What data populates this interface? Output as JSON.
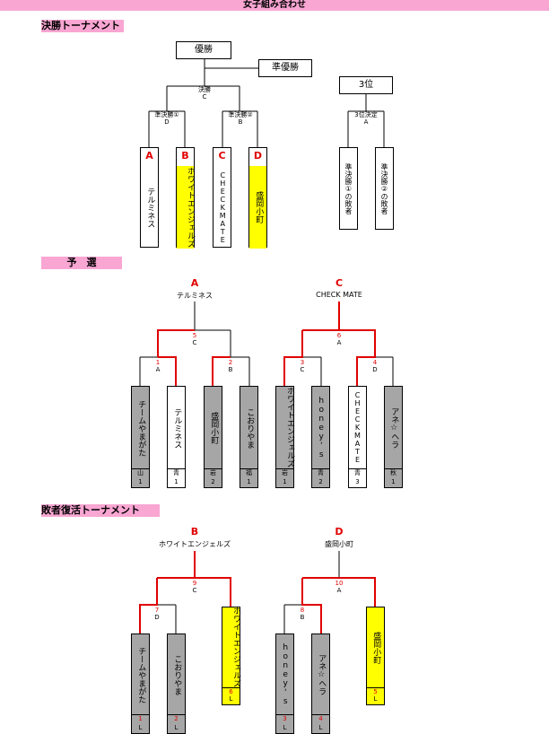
{
  "page_title": "女子組み合わせ",
  "sections": {
    "final": "決勝トーナメント",
    "prelim": "予　選",
    "repechage": "敗者復活トーナメント"
  },
  "final": {
    "champion": "優勝",
    "runner_up": "準優勝",
    "third": "3位",
    "match_final": "決勝",
    "match_final_code": "C",
    "semi1": "準決勝①",
    "semi1_code": "D",
    "semi2": "準決勝②",
    "semi2_code": "B",
    "third_match": "3位決定",
    "third_match_code": "A",
    "teams": [
      {
        "letter": "A",
        "name": "テルミネス"
      },
      {
        "letter": "B",
        "name": "ホワイトエンジェルズ"
      },
      {
        "letter": "C",
        "name": "CHECKMATE"
      },
      {
        "letter": "D",
        "name": "盛岡小町"
      }
    ],
    "losers": [
      "準決勝①の敗者",
      "準決勝②の敗者"
    ]
  },
  "prelim": {
    "blocks": [
      {
        "letter": "A",
        "winner": "テルミネス",
        "top_no": "5",
        "top_code": "C",
        "left_no": "1",
        "left_code": "A",
        "right_no": "2",
        "right_code": "B"
      },
      {
        "letter": "C",
        "winner": "CHECK  MATE",
        "top_no": "6",
        "top_code": "A",
        "left_no": "3",
        "left_code": "C",
        "right_no": "4",
        "right_code": "D"
      }
    ],
    "teams": [
      {
        "name": "チームやまがた",
        "pref": "山",
        "num": "1"
      },
      {
        "name": "テルミネス",
        "pref": "青",
        "num": "1"
      },
      {
        "name": "盛岡小町",
        "pref": "岩",
        "num": "2"
      },
      {
        "name": "こおりやま",
        "pref": "福",
        "num": "1"
      },
      {
        "name": "ホワイトエンジェルズ",
        "pref": "岩",
        "num": "1"
      },
      {
        "name": "honey's",
        "pref": "青",
        "num": "2"
      },
      {
        "name": "CHECKMATE",
        "pref": "青",
        "num": "3"
      },
      {
        "name": "アネ☆ヘラ",
        "pref": "秋",
        "num": "1"
      }
    ]
  },
  "repechage": {
    "blocks": [
      {
        "letter": "B",
        "winner": "ホワイトエンジェルズ",
        "top_no": "9",
        "top_code": "C",
        "left_no": "7",
        "left_code": "D"
      },
      {
        "letter": "D",
        "winner": "盛岡小町",
        "top_no": "10",
        "top_code": "A",
        "left_no": "8",
        "left_code": "B"
      }
    ],
    "teams": [
      {
        "name": "チームやまがた",
        "num": "1",
        "pref": "L"
      },
      {
        "name": "こおりやま",
        "num": "2",
        "pref": "L"
      },
      {
        "name": "ホワイトエンジェルズ",
        "num": "6",
        "pref": "L"
      },
      {
        "name": "honey's",
        "num": "3",
        "pref": "L"
      },
      {
        "name": "アネ☆ヘラ",
        "num": "4",
        "pref": "L"
      },
      {
        "name": "盛岡小町",
        "num": "5",
        "pref": "L"
      }
    ]
  },
  "colors": {
    "pink": "#f9a6d3",
    "red": "#e00000",
    "yellow": "#ffff00",
    "gray": "#a6a6a6"
  }
}
